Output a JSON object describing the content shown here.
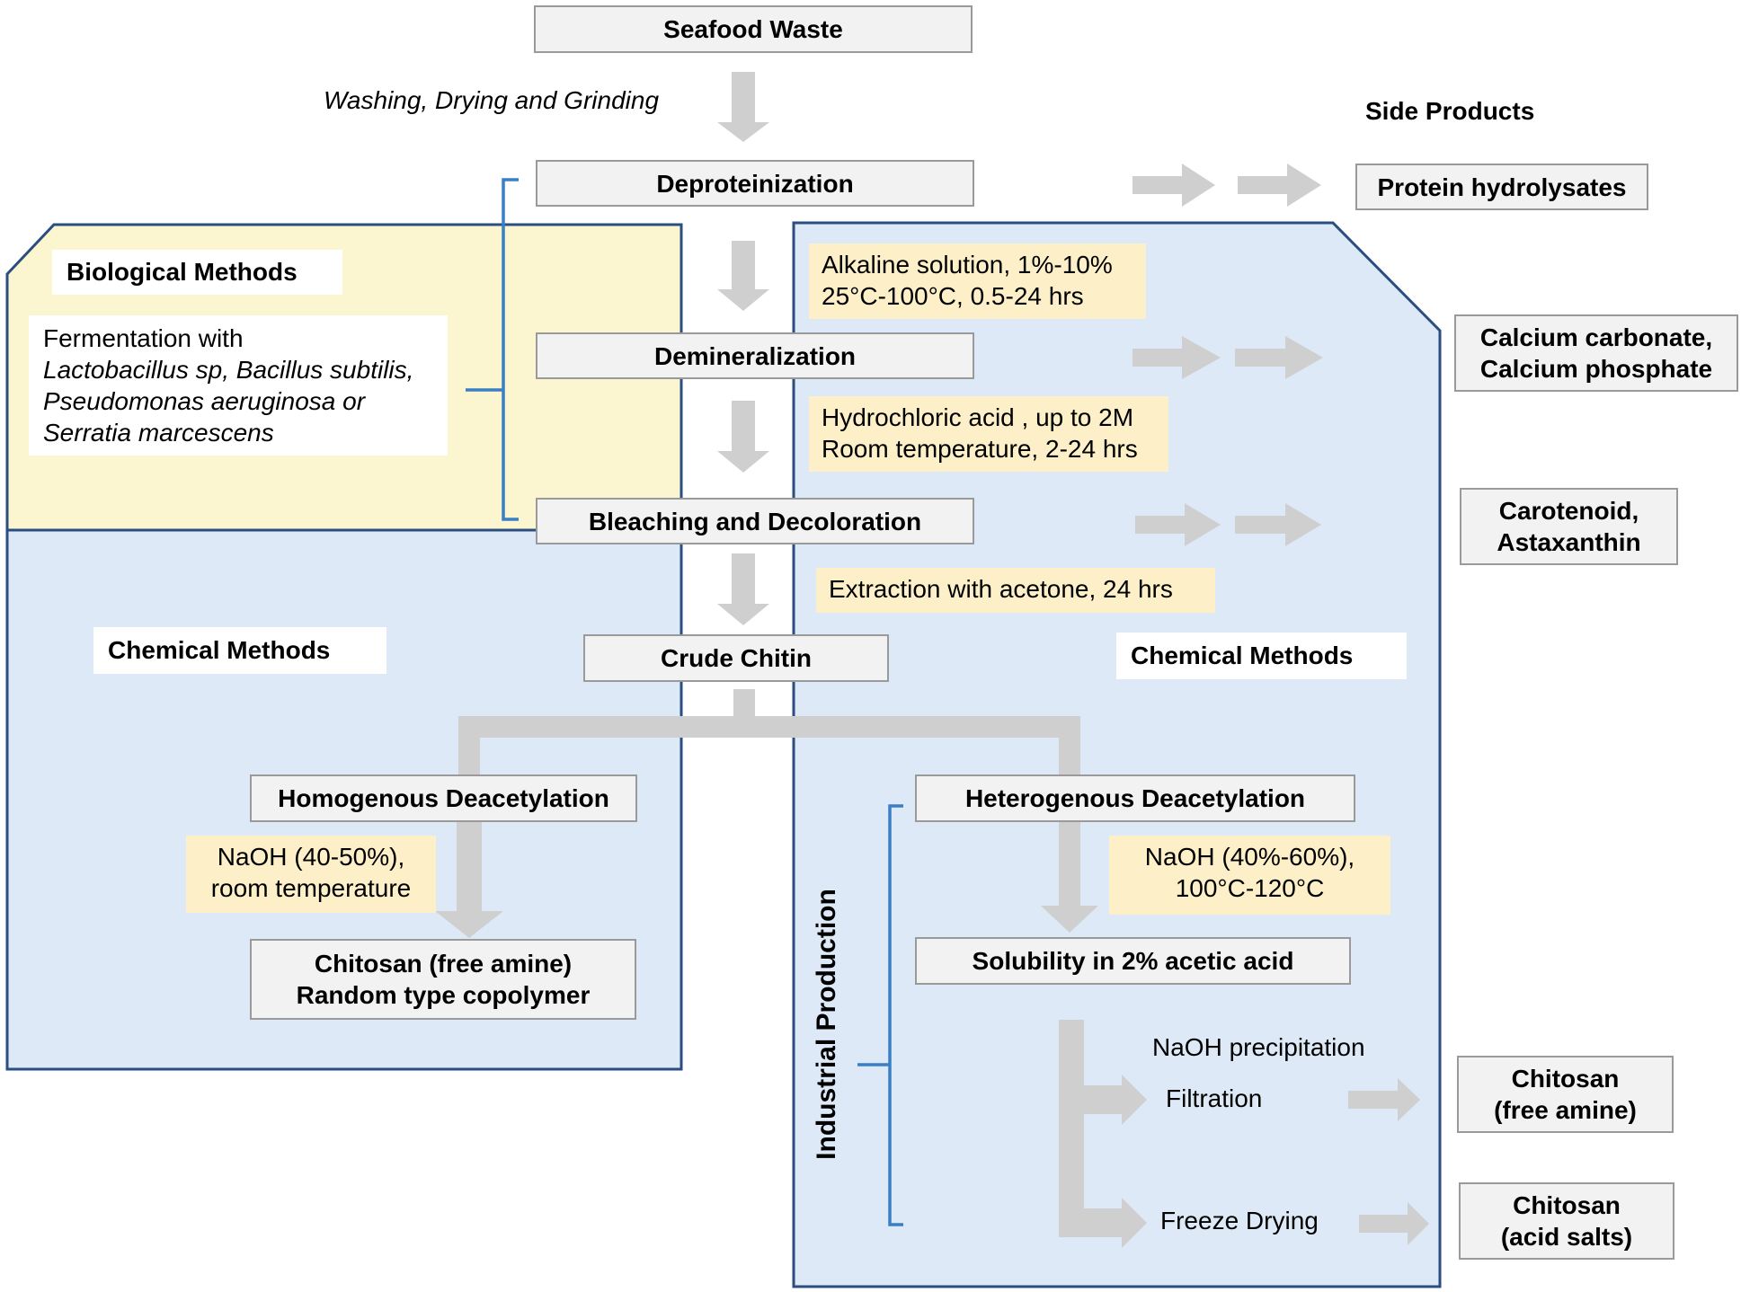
{
  "colors": {
    "panel_yellow": "#fbf6cf",
    "panel_blue": "#dde9f6",
    "panel_border": "#2b4d80",
    "bracket_blue": "#3a7fc4",
    "arrow_gray": "#cfcfcf",
    "box_fill": "#f2f2f2",
    "condition_fill": "#fdf0c8"
  },
  "steps": {
    "seafood_waste": "Seafood Waste",
    "washing": "Washing, Drying and Grinding",
    "deproteinization": "Deproteinization",
    "demineralization": "Demineralization",
    "bleaching": "Bleaching and Decoloration",
    "crude_chitin": "Crude Chitin"
  },
  "conditions": {
    "alkaline_line1": "Alkaline solution, 1%-10%",
    "alkaline_line2": "25°C-100°C, 0.5-24 hrs",
    "hcl_line1": "Hydrochloric acid , up to 2M",
    "hcl_line2": "Room temperature, 2-24 hrs",
    "acetone": "Extraction with acetone, 24 hrs"
  },
  "biological": {
    "title": "Biological Methods",
    "line1": "Fermentation with",
    "line2": "Lactobacillus sp, Bacillus subtilis,",
    "line3": "Pseudomonas aeruginosa or",
    "line4": "Serratia marcescens"
  },
  "chemical_left": {
    "title": "Chemical Methods",
    "process": "Homogenous Deacetylation",
    "cond_line1": "NaOH (40-50%),",
    "cond_line2": "room temperature",
    "product_line1": "Chitosan (free amine)",
    "product_line2": "Random type copolymer"
  },
  "chemical_right": {
    "title": "Chemical Methods",
    "process": "Heterogenous Deacetylation",
    "cond_line1": "NaOH (40%-60%),",
    "cond_line2": "100°C-120°C",
    "solubility": "Solubility in 2% acetic acid",
    "industrial": "Industrial Production",
    "naoh_precip": "NaOH precipitation",
    "filtration": "Filtration",
    "freeze_drying": "Freeze Drying"
  },
  "side_products": {
    "title": "Side Products",
    "protein": "Protein hydrolysates",
    "calcium_line1": "Calcium carbonate,",
    "calcium_line2": "Calcium phosphate",
    "carotenoid_line1": "Carotenoid,",
    "carotenoid_line2": "Astaxanthin",
    "chitosan_free_line1": "Chitosan",
    "chitosan_free_line2": "(free amine)",
    "chitosan_acid_line1": "Chitosan",
    "chitosan_acid_line2": "(acid salts)"
  }
}
